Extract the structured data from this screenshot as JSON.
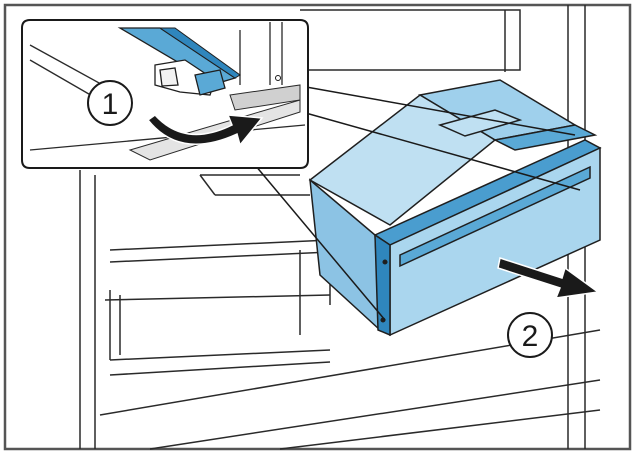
{
  "steps": [
    {
      "number": "1",
      "action": "rotate-lever"
    },
    {
      "number": "2",
      "action": "pull-drawer-out"
    }
  ],
  "colors": {
    "drawer_fill": "#5aa9d6",
    "drawer_light": "#bfe0f2",
    "drawer_dark": "#2f86bd",
    "arrow": "#1a1a1a",
    "line": "#2a2a2a",
    "shelf_gray": "#e4e4e4"
  },
  "icons": [
    "curved-arrow-icon",
    "straight-arrow-icon"
  ]
}
